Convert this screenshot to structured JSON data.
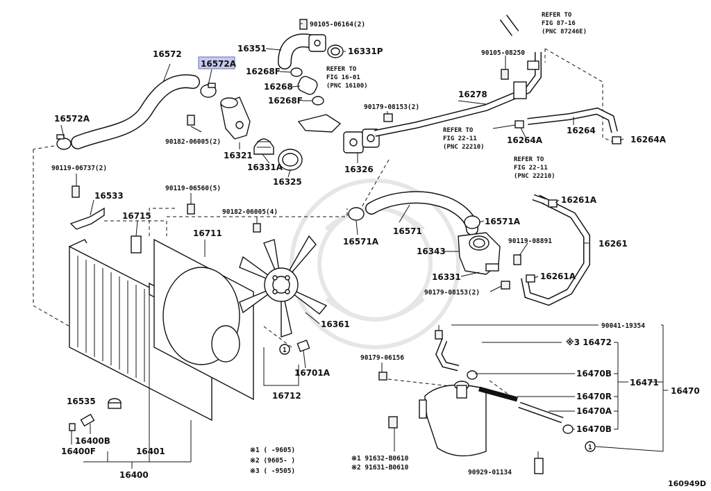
{
  "diagram_id": "160949D",
  "highlight_color": "#c7c9ee",
  "parts": {
    "p16572": "16572",
    "p16572A_hl": "16572A",
    "p16572A": "16572A",
    "p16351": "16351",
    "p16331P": "16331P",
    "p90105_06164": "90105-06164(2)",
    "p16268F_a": "16268F",
    "p16268": "16268",
    "p16268F_b": "16268F",
    "p90182_06005_2": "90182-06005(2)",
    "p16321": "16321",
    "p16331A": "16331A",
    "p16325": "16325",
    "p16326": "16326",
    "p90105_08250": "90105-08250",
    "p16278": "16278",
    "p90179_08153_2a": "90179-08153(2)",
    "p16264A_a": "16264A",
    "p16264": "16264",
    "p16264A_b": "16264A",
    "p90119_06737": "90119-06737(2)",
    "p16533": "16533",
    "p90119_06560": "90119-06560(5)",
    "p90182_06005_4": "90182-06005(4)",
    "p16715": "16715",
    "p16711": "16711",
    "p16571A_a": "16571A",
    "p16571": "16571",
    "p16571A_b": "16571A",
    "p16343": "16343",
    "p16331": "16331",
    "p90119_08891": "90119-08891",
    "p16261A_a": "16261A",
    "p16261": "16261",
    "p16261A_b": "16261A",
    "p90179_08153_2b": "90179-08153(2)",
    "p16361": "16361",
    "p16701A": "16701A",
    "p16712": "16712",
    "p90179_06156": "90179-06156",
    "p90041_19354": "90041-19354",
    "p16472": "※3 16472",
    "p16470B_a": "16470B",
    "p16471": "16471",
    "p16470": "16470",
    "p16470R": "16470R",
    "p16470A": "16470A",
    "p16470B_b": "16470B",
    "p16535": "16535",
    "p16400B": "16400B",
    "p16400F": "16400F",
    "p16401": "16401",
    "p16400": "16400",
    "p91632": "※1 91632-B0610",
    "p91631": "※2 91631-B0610",
    "p90929": "90929-01134",
    "circle_1a": "1",
    "circle_1b": "1"
  },
  "refs": {
    "r1": [
      "REFER TO",
      "FIG 87-16",
      "(PNC 87246E)"
    ],
    "r2": [
      "REFER TO",
      "FIG 16-01",
      "(PNC 16100)"
    ],
    "r3": [
      "REFER TO",
      "FIG 22-11",
      "(PNC 22210)"
    ],
    "r4": [
      "REFER TO",
      "FIG 22-11",
      "(PNC 22210)"
    ]
  },
  "notes": {
    "n1": "※1 (      -9605)",
    "n2": "※2 (9605-      )",
    "n3": "※3 (      -9505)"
  }
}
